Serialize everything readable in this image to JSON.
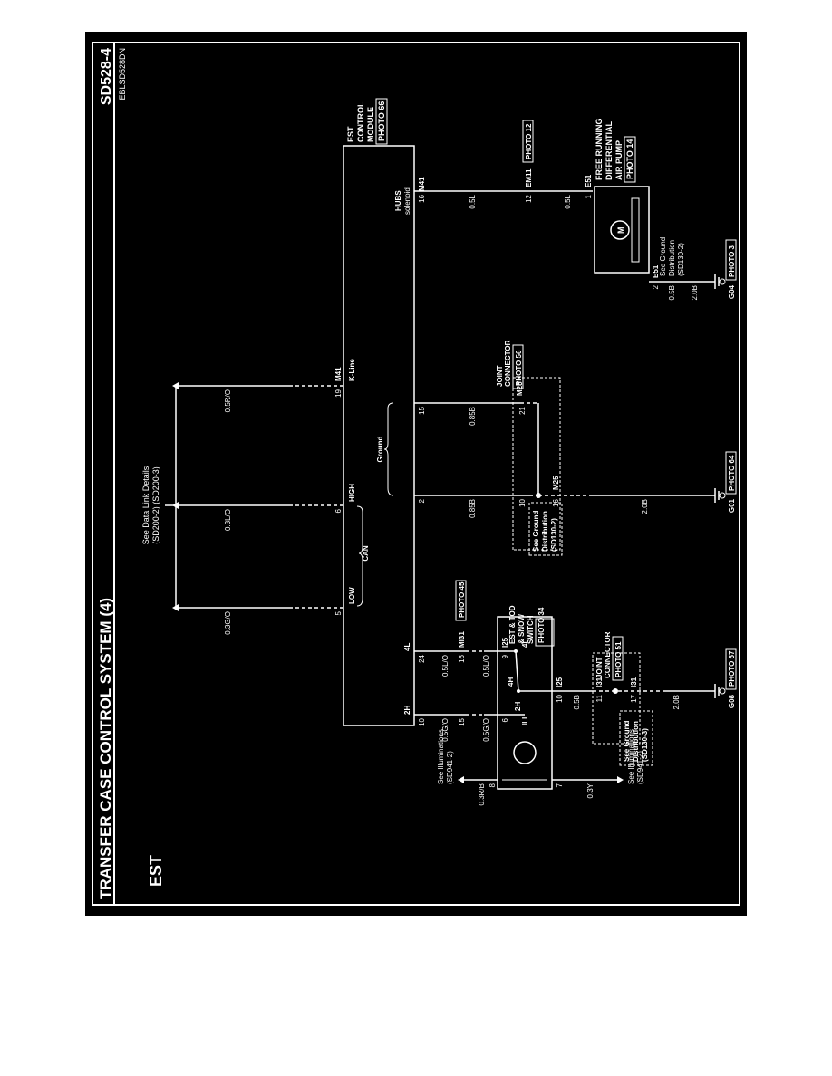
{
  "header": {
    "title": "TRANSFER CASE CONTROL SYSTEM (4)",
    "page_code": "SD528-4",
    "image_code": "EBLSD528DN",
    "variant": "EST"
  },
  "top_note": {
    "line1": "See Data Link Details",
    "line2": "(SD200-2) (SD200-3)"
  },
  "wires": {
    "w1": "0.3G/O",
    "w2": "0.3L/O",
    "w3": "0.5R/O",
    "w4": "0.85B",
    "w5": "0.85B",
    "w6": "0.5L",
    "w7": "0.5L",
    "w8": "0.5G/O",
    "w9": "0.5G/O",
    "w10": "0.5L/O",
    "w11": "0.5L/O",
    "w12": "0.3R/B",
    "w13": "0.3Y",
    "w14": "0.5B",
    "w15": "2.0B",
    "w16": "2.0B",
    "w17": "0.5B",
    "w18": "2.0B"
  },
  "bus": {
    "low": "LOW",
    "high": "HIGH",
    "can": "CAN",
    "kline": "K-Line",
    "ground": "Ground"
  },
  "module": {
    "name_l1": "EST",
    "name_l2": "CONTROL",
    "name_l3": "MODULE",
    "photo": "PHOTO 66",
    "conn": "M41",
    "hubs_l1": "HUBS",
    "hubs_l2": "solenoid",
    "label_2h": "2H",
    "label_4l": "4L"
  },
  "pins": {
    "p5": "5",
    "p6": "6",
    "p19": "19",
    "p2": "2",
    "p15": "15",
    "p16": "16",
    "p10": "10",
    "p24": "24",
    "p15b": "15",
    "p16b": "16",
    "p8": "8",
    "p6b": "6",
    "p9": "9",
    "p10b": "10",
    "p7": "7",
    "p11": "11",
    "p17": "17",
    "p10c": "10",
    "p21": "21",
    "p16c": "16",
    "p12": "12",
    "p1": "1",
    "p2b": "2"
  },
  "connectors": {
    "m41": "M41",
    "m31": "MI31",
    "i25a": "I25",
    "i25b": "I25",
    "i31a": "I31",
    "i31b": "I31",
    "m25a": "M25",
    "m25b": "M25",
    "em11": "EM11",
    "e51a": "E51",
    "e51b": "E51"
  },
  "photos": {
    "photo45": "PHOTO 45",
    "photo56": "PHOTO 56",
    "photo12": "PHOTO 12",
    "photo14": "PHOTO 14",
    "photo51": "PHOTO 51",
    "photo57": "PHOTO 57",
    "photo64": "PHOTO 64",
    "photo3": "PHOTO 3"
  },
  "switch": {
    "l1": "EST & TOD",
    "l2": "& SNOW",
    "l3": "SWITCH",
    "photo": "PHOTO 34",
    "ill": "ILL",
    "s2h": "2H",
    "s4h": "4H",
    "s4l": "4L"
  },
  "joints": {
    "j1_l1": "JOINT",
    "j1_l2": "CONNECTOR",
    "j2_l1": "JOINT",
    "j2_l2": "CONNECTOR"
  },
  "pump": {
    "l1": "FREE RUNNING",
    "l2": "DIFFERENTIAL",
    "l3": "AIR PUMP",
    "motor": "M"
  },
  "ground_dist": {
    "a_l1": "See Ground",
    "a_l2": "Distribution",
    "a_l3": "(SD130-3)",
    "b_l1": "See Ground",
    "b_l2": "Distribution",
    "b_l3": "(SD130-2)",
    "c_l1": "See Ground",
    "c_l2": "Distribution",
    "c_l3": "(SD130-2)"
  },
  "illum": {
    "a_l1": "See Illuminations",
    "a_l2": "(SD941-2)",
    "b_l1": "See Illuminations",
    "b_l2": "(SD941-2)"
  },
  "grounds": {
    "g08": "G08",
    "g01": "G01",
    "g04": "G04"
  }
}
